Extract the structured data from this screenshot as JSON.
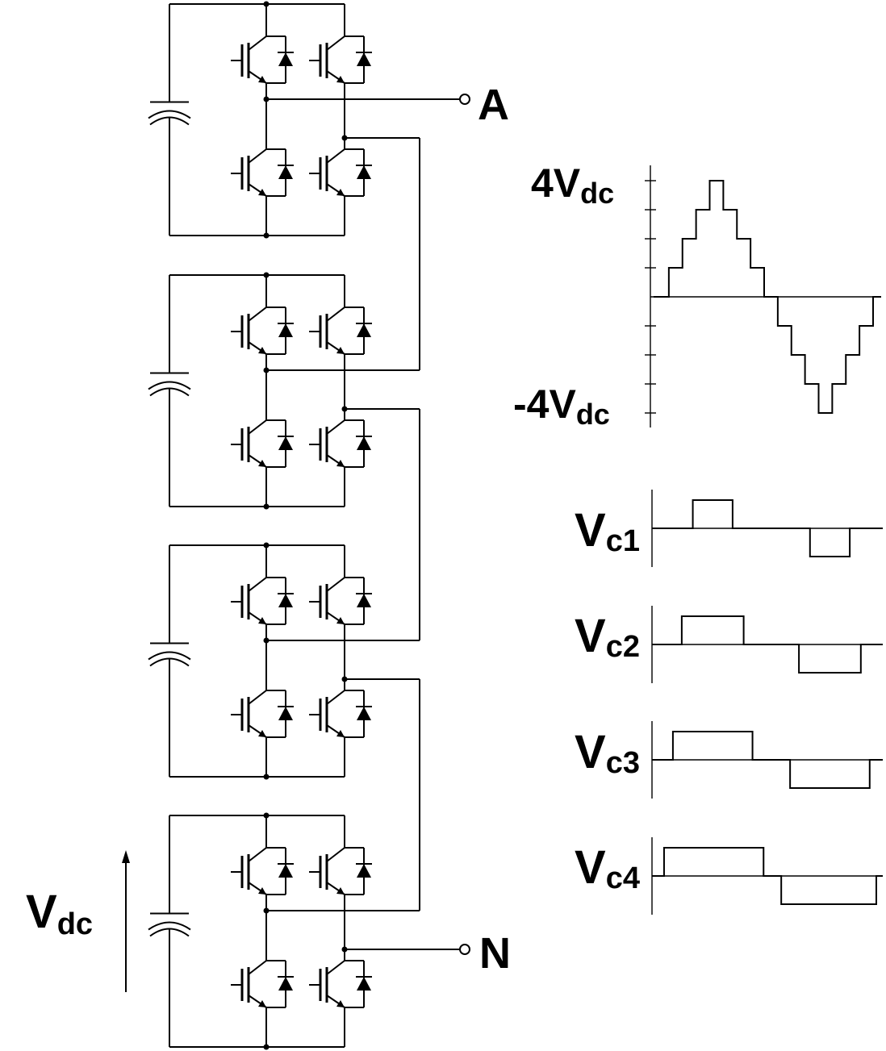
{
  "circuit": {
    "cell_count": 4,
    "terminals": {
      "output": "A",
      "neutral": "N"
    },
    "source_label": {
      "main": "V",
      "sub": "dc"
    }
  },
  "waveforms": {
    "total": {
      "top_label": {
        "main": "4V",
        "sub": "dc"
      },
      "bottom_label": {
        "main": "-4V",
        "sub": "dc"
      },
      "levels": [
        0,
        1,
        2,
        3,
        4,
        3,
        2,
        1,
        0,
        -1,
        -2,
        -3,
        -4,
        -3,
        -2,
        -1,
        0
      ]
    },
    "cells": [
      {
        "label": {
          "main": "V",
          "sub": "c1"
        },
        "on": [
          0.17,
          0.35
        ],
        "off": [
          0.7,
          0.88
        ]
      },
      {
        "label": {
          "main": "V",
          "sub": "c2"
        },
        "on": [
          0.12,
          0.4
        ],
        "off": [
          0.65,
          0.93
        ]
      },
      {
        "label": {
          "main": "V",
          "sub": "c3"
        },
        "on": [
          0.08,
          0.44
        ],
        "off": [
          0.61,
          0.97
        ]
      },
      {
        "label": {
          "main": "V",
          "sub": "c4"
        },
        "on": [
          0.04,
          0.49
        ],
        "off": [
          0.57,
          1.0
        ]
      }
    ]
  }
}
